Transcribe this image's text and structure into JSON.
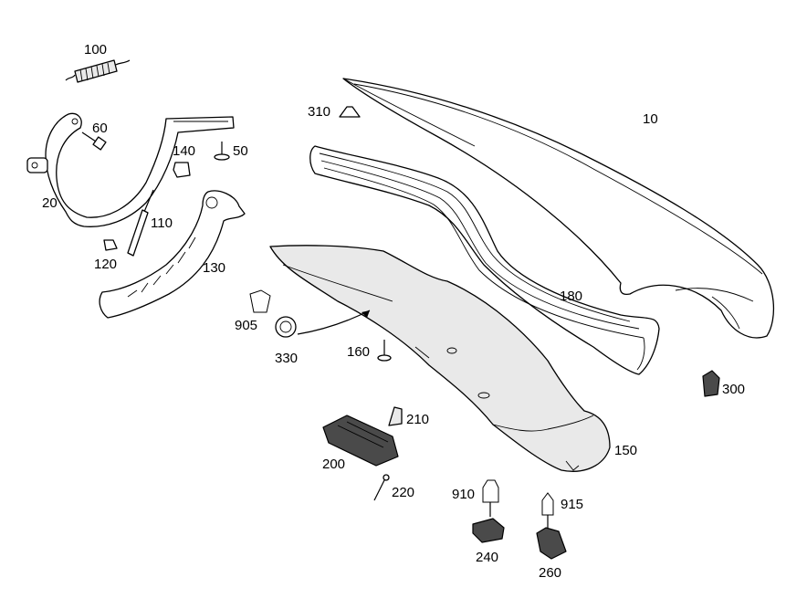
{
  "diagram": {
    "callouts": [
      {
        "id": "10",
        "text": "10"
      },
      {
        "id": "20",
        "text": "20"
      },
      {
        "id": "50",
        "text": "50"
      },
      {
        "id": "60",
        "text": "60"
      },
      {
        "id": "100",
        "text": "100"
      },
      {
        "id": "110",
        "text": "110"
      },
      {
        "id": "120",
        "text": "120"
      },
      {
        "id": "130",
        "text": "130"
      },
      {
        "id": "140",
        "text": "140"
      },
      {
        "id": "150",
        "text": "150"
      },
      {
        "id": "160",
        "text": "160"
      },
      {
        "id": "180",
        "text": "180"
      },
      {
        "id": "200",
        "text": "200"
      },
      {
        "id": "210",
        "text": "210"
      },
      {
        "id": "220",
        "text": "220"
      },
      {
        "id": "240",
        "text": "240"
      },
      {
        "id": "260",
        "text": "260"
      },
      {
        "id": "300",
        "text": "300"
      },
      {
        "id": "310",
        "text": "310"
      },
      {
        "id": "330",
        "text": "330"
      },
      {
        "id": "905",
        "text": "905"
      },
      {
        "id": "910",
        "text": "910"
      },
      {
        "id": "915",
        "text": "915"
      }
    ]
  }
}
